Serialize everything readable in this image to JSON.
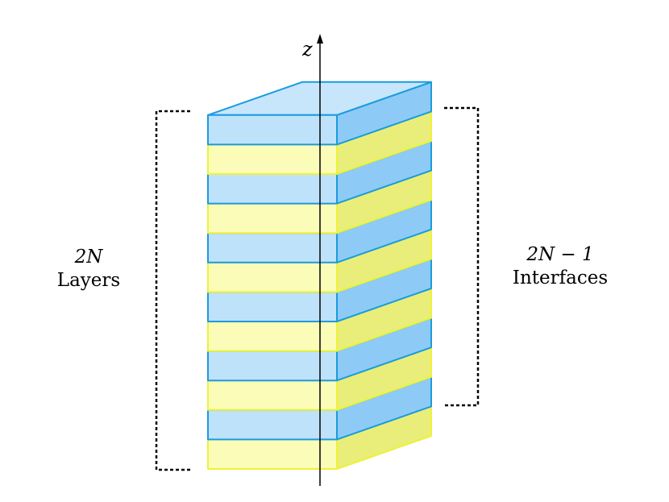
{
  "diagram": {
    "axis_label": "z",
    "left_bracket": {
      "line1": "2N",
      "line2": "Layers"
    },
    "right_bracket": {
      "line1": "2N − 1",
      "line2": "Interfaces"
    },
    "layer_count": 12,
    "layer_sequence": [
      "yellow",
      "blue",
      "yellow",
      "blue",
      "yellow",
      "blue",
      "yellow",
      "blue",
      "yellow",
      "blue",
      "yellow",
      "blue"
    ],
    "colors": {
      "blue_stroke": "#1a9be0",
      "blue_front": "#bfe2fb",
      "blue_top": "#c7e6fb",
      "blue_side": "#8dcbf6",
      "yellow_stroke": "#eef236",
      "yellow_front": "#fbfcb8",
      "yellow_top": "#f6f7c0",
      "yellow_side": "#e9ee7a",
      "axis": "#000000"
    }
  }
}
